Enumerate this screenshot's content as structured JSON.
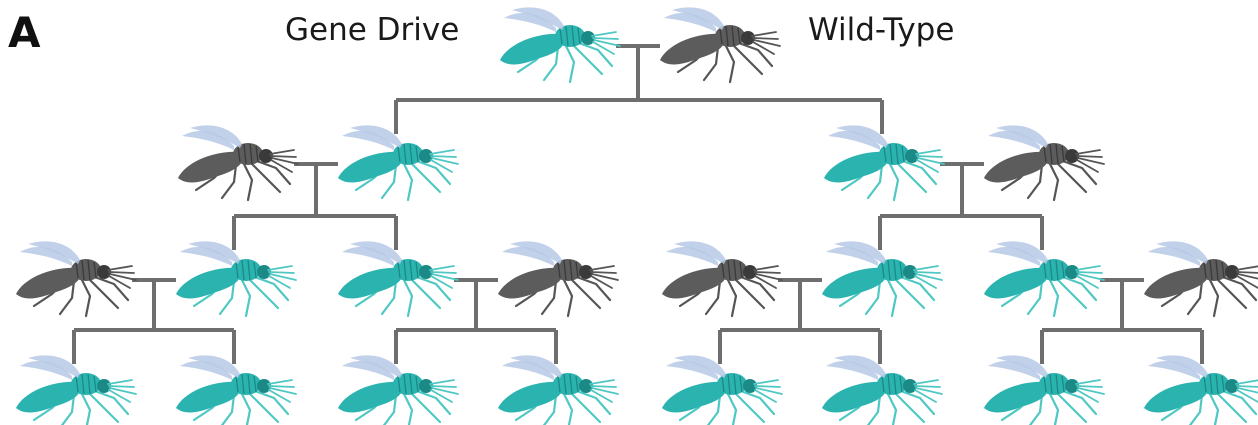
{
  "panel_letter": "A",
  "legend": {
    "gene_drive_label": "Gene Drive",
    "wild_type_label": "Wild-Type"
  },
  "colors": {
    "gene_drive_body": "#2bb3b0",
    "gene_drive_dark": "#1b8986",
    "gene_drive_leg": "#4fc8c4",
    "wild_type_body": "#5c5c5c",
    "wild_type_dark": "#3a3a3a",
    "wild_type_leg": "#555555",
    "wing": "#b7c9e6",
    "tree_line": "#6e6e6e"
  },
  "generations": [
    {
      "level": 1,
      "pairs": [
        [
          "gene_drive",
          "wild_type"
        ]
      ]
    },
    {
      "level": 2,
      "pairs": [
        [
          "wild_type",
          "gene_drive"
        ],
        [
          "gene_drive",
          "wild_type"
        ]
      ]
    },
    {
      "level": 3,
      "pairs": [
        [
          "wild_type",
          "gene_drive"
        ],
        [
          "gene_drive",
          "wild_type"
        ],
        [
          "wild_type",
          "gene_drive"
        ],
        [
          "gene_drive",
          "wild_type"
        ]
      ]
    },
    {
      "level": 4,
      "pairs": [
        [
          "gene_drive",
          "gene_drive"
        ],
        [
          "gene_drive",
          "gene_drive"
        ],
        [
          "gene_drive",
          "gene_drive"
        ],
        [
          "gene_drive",
          "gene_drive"
        ]
      ]
    }
  ]
}
